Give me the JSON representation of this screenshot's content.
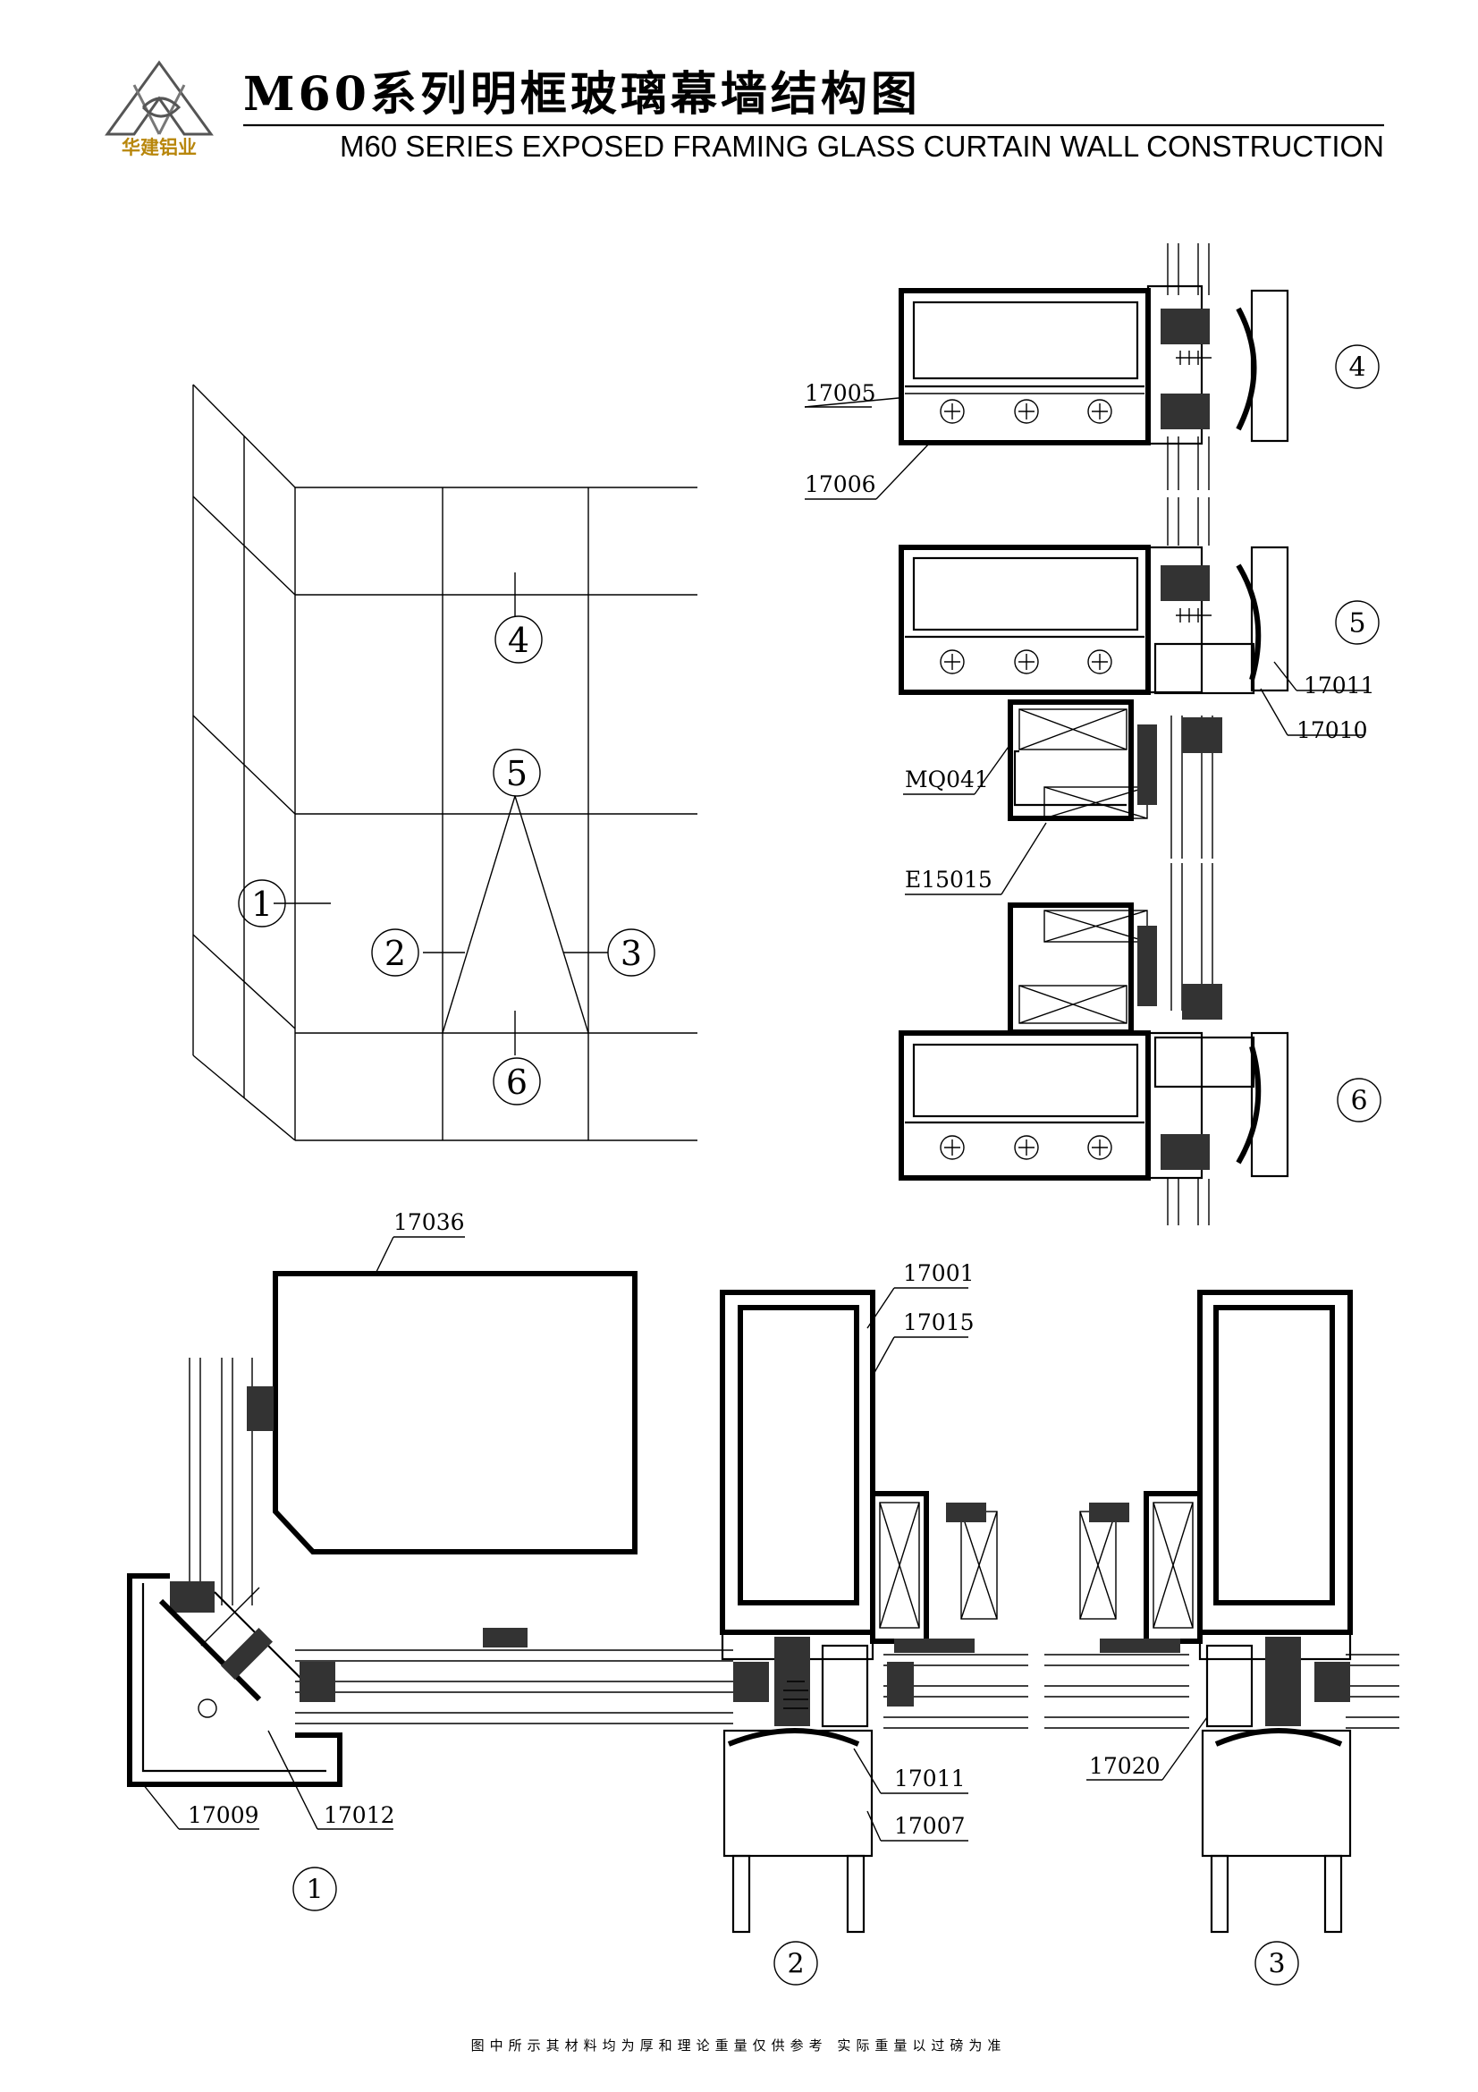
{
  "header": {
    "logo_text": "华建铝业",
    "title_cn": "M60系列明框玻璃幕墙结构图",
    "title_en": "M60  SERIES EXPOSED FRAMING GLASS CURTAIN WALL CONSTRUCTION"
  },
  "elevation": {
    "callouts": [
      "1",
      "2",
      "3",
      "4",
      "5",
      "6"
    ]
  },
  "details": {
    "d4": {
      "marker": "4",
      "parts": [
        "17005",
        "17006"
      ]
    },
    "d5": {
      "marker": "5",
      "parts": [
        "17011",
        "17010",
        "MQ041",
        "E15015"
      ]
    },
    "d6": {
      "marker": "6"
    },
    "d1": {
      "marker": "1",
      "parts": [
        "17036",
        "17009",
        "17012"
      ]
    },
    "d2": {
      "marker": "2",
      "parts": [
        "17001",
        "17015",
        "17011",
        "17007"
      ]
    },
    "d3": {
      "marker": "3",
      "parts": [
        "17020"
      ]
    }
  },
  "footer": {
    "note": "图中所示其材料均为厚和理论重量仅供参考 实际重量以过磅为准"
  }
}
